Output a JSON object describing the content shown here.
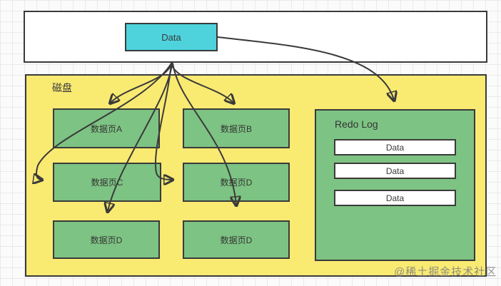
{
  "buffer": {
    "data_label": "Data"
  },
  "disk": {
    "label": "磁盘",
    "pages": [
      {
        "label": "数据页A"
      },
      {
        "label": "数据页B"
      },
      {
        "label": "数据页C"
      },
      {
        "label": "数据页D"
      },
      {
        "label": "数据页D"
      },
      {
        "label": "数据页D"
      }
    ],
    "redo_log": {
      "title": "Redo Log",
      "entries": [
        "Data",
        "Data",
        "Data"
      ]
    }
  },
  "connections": [
    {
      "from": "Data",
      "to": "数据页A"
    },
    {
      "from": "Data",
      "to": "数据页B"
    },
    {
      "from": "Data",
      "to": "数据页C"
    },
    {
      "from": "Data",
      "to": "数据页D (row 2)"
    },
    {
      "from": "Data",
      "to": "数据页D (bottom left)"
    },
    {
      "from": "Data",
      "to": "数据页D (bottom right)"
    },
    {
      "from": "Data",
      "to": "Redo Log"
    }
  ],
  "watermark": "@稀土掘金技术社区",
  "colors": {
    "data_box_cyan": "#4ed3dd",
    "page_green": "#7dc383",
    "disk_yellow": "#f9ea72",
    "border_dark": "#3a3a3a",
    "watermark_gray": "#7d7d7d"
  }
}
